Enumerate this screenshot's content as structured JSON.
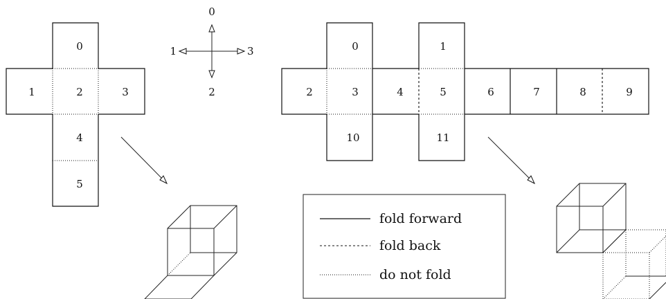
{
  "net_left": {
    "faces": [
      "0",
      "1",
      "2",
      "3",
      "4",
      "5"
    ]
  },
  "net_right": {
    "faces": [
      "0",
      "1",
      "2",
      "3",
      "4",
      "5",
      "6",
      "7",
      "8",
      "9",
      "10",
      "11"
    ]
  },
  "compass": {
    "up": "0",
    "left": "1",
    "down": "2",
    "right": "3"
  },
  "legend": {
    "items": [
      {
        "style": "solid",
        "label": "fold forward"
      },
      {
        "style": "dashed",
        "label": "fold back"
      },
      {
        "style": "dotted",
        "label": "do not fold"
      }
    ]
  }
}
